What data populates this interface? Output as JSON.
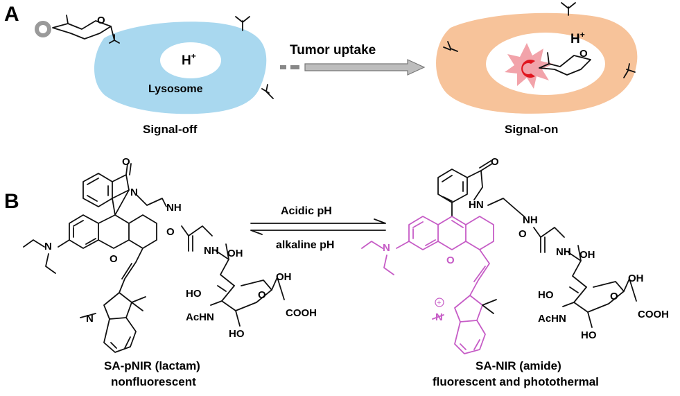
{
  "panel_a": {
    "label": "A",
    "left_cell_proton": "H",
    "left_cell_proton_sup": "+",
    "organelle_label": "Lysosome",
    "state_left": "Signal-off",
    "arrow_label": "Tumor uptake",
    "right_cell_proton": "H",
    "right_cell_proton_sup": "+",
    "state_right": "Signal-on",
    "colors": {
      "left_cell": "#a9d8ef",
      "right_cell": "#f7c39a",
      "burst": "#f2a3aa",
      "crescent": "#e0161f",
      "ring": "#9a9a9a",
      "arrow": "#888888"
    }
  },
  "panel_b": {
    "label": "B",
    "equilibrium_top": "Acidic pH",
    "equilibrium_bottom": "alkaline pH",
    "left_name": "SA-pNIR (lactam)",
    "left_desc": "nonfluorescent",
    "right_name": "SA-NIR (amide)",
    "right_desc": "fluorescent and photothermal",
    "colors": {
      "highlight": "#c65cc6"
    },
    "atoms_left": {
      "o_carbonyl": "O",
      "n_lactam": "N",
      "nh_link": "NH",
      "o_urea": "O",
      "nh_urea": "NH",
      "oh_top": "OH",
      "n_amine": "N",
      "o_ring": "O",
      "ho_side": "HO",
      "oh_sugar": "OH",
      "o_sugar": "O",
      "cooh": "COOH",
      "n_indoline": "N",
      "achn": "AcHN",
      "ho_bottom": "HO"
    },
    "atoms_right": {
      "o_carbonyl": "O",
      "hn_amide": "HN",
      "nh_link": "NH",
      "o_urea": "O",
      "nh_urea": "NH",
      "oh_top": "OH",
      "n_amine": "N",
      "o_ring": "O",
      "charge": "+",
      "n_indolium": "N",
      "ho_side": "HO",
      "oh_sugar": "OH",
      "o_sugar": "O",
      "cooh": "COOH",
      "achn": "AcHN",
      "ho_bottom": "HO"
    }
  }
}
